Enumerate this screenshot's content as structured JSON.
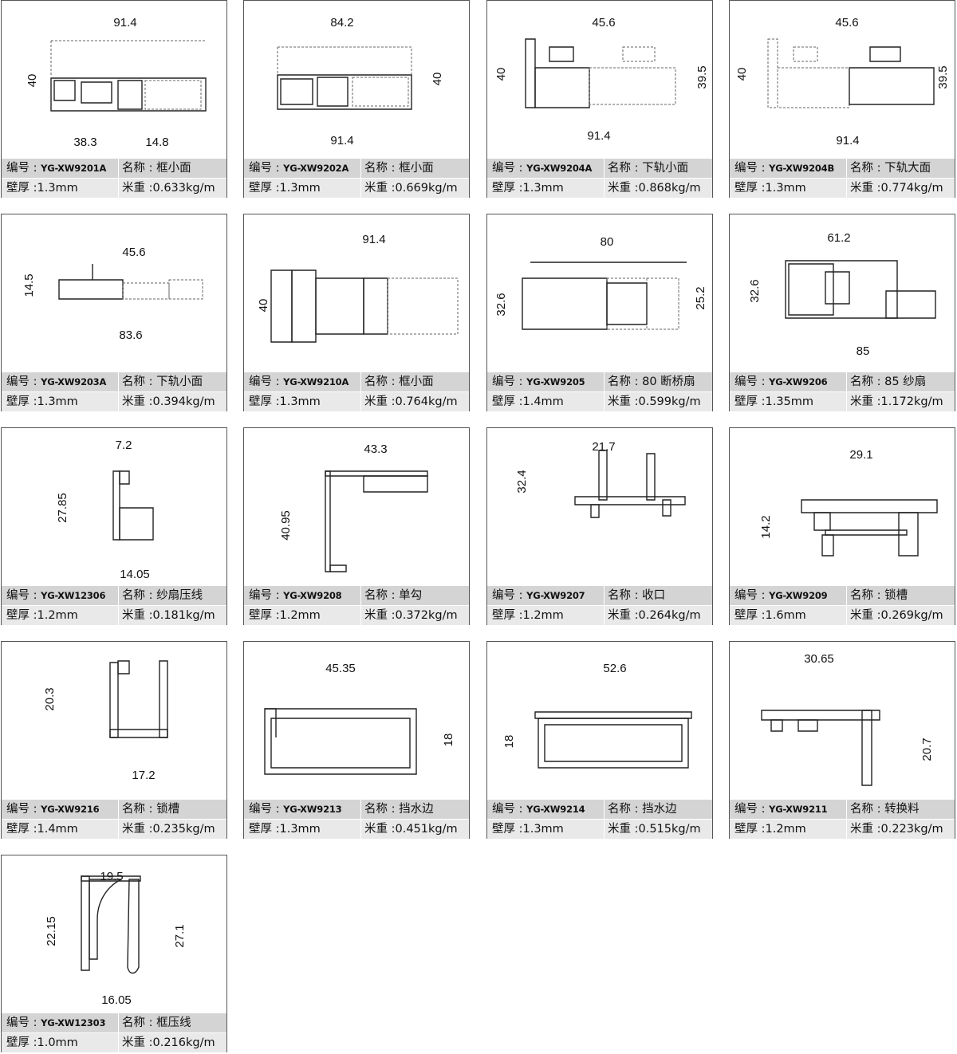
{
  "labels": {
    "code": "编号 : ",
    "name": "名称 : ",
    "wall": "壁厚 :",
    "weight": "米重 :"
  },
  "profiles": [
    {
      "code": "YG-XW9201A",
      "name": "框小面",
      "wall": "1.3mm",
      "weight": "0.633kg/m",
      "dims": [
        "91.4",
        "40",
        "38.3",
        "14.8"
      ]
    },
    {
      "code": "YG-XW9202A",
      "name": "框小面",
      "wall": "1.3mm",
      "weight": "0.669kg/m",
      "dims": [
        "84.2",
        "40",
        "91.4"
      ]
    },
    {
      "code": "YG-XW9204A",
      "name": "下轨小面",
      "wall": "1.3mm",
      "weight": "0.868kg/m",
      "dims": [
        "45.6",
        "40",
        "39.5",
        "91.4"
      ]
    },
    {
      "code": "YG-XW9204B",
      "name": "下轨大面",
      "wall": "1.3mm",
      "weight": "0.774kg/m",
      "dims": [
        "45.6",
        "40",
        "39.5",
        "91.4"
      ]
    },
    {
      "code": "YG-XW9203A",
      "name": "下轨小面",
      "wall": "1.3mm",
      "weight": "0.394kg/m",
      "dims": [
        "45.6",
        "14.5",
        "83.6"
      ]
    },
    {
      "code": "YG-XW9210A",
      "name": "框小面",
      "wall": "1.3mm",
      "weight": "0.764kg/m",
      "dims": [
        "91.4",
        "40"
      ]
    },
    {
      "code": "YG-XW9205",
      "name": "80 断桥扇",
      "wall": "1.4mm",
      "weight": "0.599kg/m",
      "dims": [
        "80",
        "32.6",
        "25.2"
      ]
    },
    {
      "code": "YG-XW9206",
      "name": "85 纱扇",
      "wall": "1.35mm",
      "weight": "1.172kg/m",
      "dims": [
        "61.2",
        "32.6",
        "85"
      ]
    },
    {
      "code": "YG-XW12306",
      "name": "纱扇压线",
      "wall": "1.2mm",
      "weight": "0.181kg/m",
      "dims": [
        "7.2",
        "27.85",
        "14.05"
      ]
    },
    {
      "code": "YG-XW9208",
      "name": "单勾",
      "wall": "1.2mm",
      "weight": "0.372kg/m",
      "dims": [
        "43.3",
        "40.95"
      ]
    },
    {
      "code": "YG-XW9207",
      "name": "收口",
      "wall": "1.2mm",
      "weight": "0.264kg/m",
      "dims": [
        "21.7",
        "32.4"
      ]
    },
    {
      "code": "YG-XW9209",
      "name": "锁槽",
      "wall": "1.6mm",
      "weight": "0.269kg/m",
      "dims": [
        "29.1",
        "14.2"
      ]
    },
    {
      "code": "YG-XW9216",
      "name": "锁槽",
      "wall": "1.4mm",
      "weight": "0.235kg/m",
      "dims": [
        "20.3",
        "17.2"
      ]
    },
    {
      "code": "YG-XW9213",
      "name": "挡水边",
      "wall": "1.3mm",
      "weight": "0.451kg/m",
      "dims": [
        "45.35",
        "18"
      ]
    },
    {
      "code": "YG-XW9214",
      "name": "挡水边",
      "wall": "1.3mm",
      "weight": "0.515kg/m",
      "dims": [
        "52.6",
        "18"
      ]
    },
    {
      "code": "YG-XW9211",
      "name": "转换料",
      "wall": "1.2mm",
      "weight": "0.223kg/m",
      "dims": [
        "30.65",
        "20.7"
      ]
    },
    {
      "code": "YG-XW12303",
      "name": "框压线",
      "wall": "1.0mm",
      "weight": "0.216kg/m",
      "dims": [
        "19.5",
        "22.15",
        "27.1",
        "16.05"
      ]
    }
  ]
}
